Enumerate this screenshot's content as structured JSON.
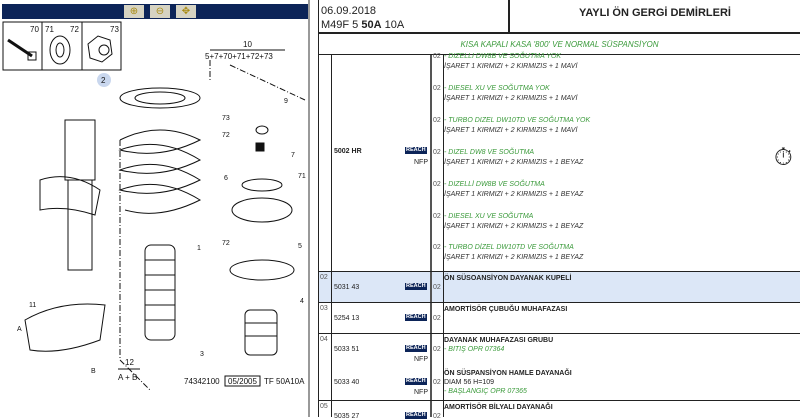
{
  "toolbar": {
    "zoom_in": "zoom-in",
    "zoom_out": "zoom-out",
    "zoom_pan": "pan"
  },
  "diagram": {
    "inset_labels": [
      "70",
      "71",
      "72",
      "73"
    ],
    "kit_number": "10",
    "kit_formula": "5+7+70+71+72+73",
    "callouts": [
      "2",
      "9",
      "73",
      "72",
      "7",
      "71",
      "6",
      "1",
      "72",
      "5",
      "4",
      "3",
      "11",
      "A",
      "B"
    ],
    "sub_number": "12",
    "sub_formula": "A + B",
    "ref_code": "74342100",
    "ref_date": "05/2005",
    "ref_model": "TF 50A10A"
  },
  "header": {
    "date": "06.09.2018",
    "model_prefix": "M49F 5",
    "model_bold": "50A",
    "model_suffix": "10A",
    "title": "YAYLI ÖN GERGİ DEMİRLERİ"
  },
  "subtitle": "KISA KAPALI KASA '800' VE NORMAL SÜSPANSİYON",
  "row1": {
    "part": "5002 HR",
    "reach": "REACH",
    "nfp": "NFP",
    "variants": [
      {
        "qty": "02",
        "name": "- DIZELLI DW8B VE SOĞUTMA YOK",
        "mark": "İŞARET 1 KIRMIZI + 2 KIRMIZIS + 1 MAVİ"
      },
      {
        "qty": "02",
        "name": "- DIESEL XU VE SOĞUTMA YOK",
        "mark": "İŞARET 1 KIRMIZI + 2 KIRMIZIS + 1 MAVİ"
      },
      {
        "qty": "02",
        "name": "- TURBO DIZEL DW10TD VE SOĞUTMA YOK",
        "mark": "İŞARET 1 KIRMIZI + 2 KIRMIZIS + 1 MAVİ"
      },
      {
        "qty": "02",
        "name": "- DIZEL DW8 VE SOĞUTMA",
        "mark": "İŞARET 1 KIRMIZI + 2 KIRMIZIS + 1 BEYAZ"
      },
      {
        "qty": "02",
        "name": "- DIZELLİ DW8B VE SOĞUTMA",
        "mark": "İŞARET 1 KIRMIZI + 2 KIRMIZIS + 1 BEYAZ"
      },
      {
        "qty": "02",
        "name": "- DIESEL XU VE SOĞUTMA",
        "mark": "İŞARET 1 KIRMIZI + 2 KIRMIZIS + 1 BEYAZ"
      },
      {
        "qty": "02",
        "name": "- TURBO DİZEL DW10TD VE SOĞUTMA",
        "mark": "İŞARET 1 KIRMIZI + 2 KIRMIZIS + 1 BEYAZ"
      }
    ]
  },
  "rows": [
    {
      "no": "02",
      "part": "5031 43",
      "reach": "REACH",
      "qty": "02",
      "desc": "ÖN SÜSOANSİYON DAYANAK KUPELİ"
    },
    {
      "no": "03",
      "part": "5254 13",
      "reach": "REACH",
      "qty": "02",
      "desc": "AMORTİSÖR ÇUBUĞU MUHAFAZASI"
    },
    {
      "no": "04",
      "part": "5033 51",
      "reach": "REACH",
      "nfp": "NFP",
      "qty": "02",
      "desc": "DAYANAK MUHAFAZASI GRUBU",
      "note": "- BITIŞ OPR 07364"
    },
    {
      "part": "5033 40",
      "reach": "REACH",
      "nfp": "NFP",
      "qty": "02",
      "desc": "ÖN SÜSPANSİYON HAMLE DAYANAĞI",
      "desc2": "DIAM 56 H=109",
      "note": "- BAŞLANGIÇ OPR 07365"
    },
    {
      "no": "05",
      "part": "5035 27",
      "reach": "REACH",
      "qty": "02",
      "desc": "AMORTİSÖR BİLYALI DAYANAĞI"
    }
  ],
  "colors": {
    "navy": "#0c2458",
    "green": "#3a9a3a",
    "highlight": "#dce7f7"
  }
}
